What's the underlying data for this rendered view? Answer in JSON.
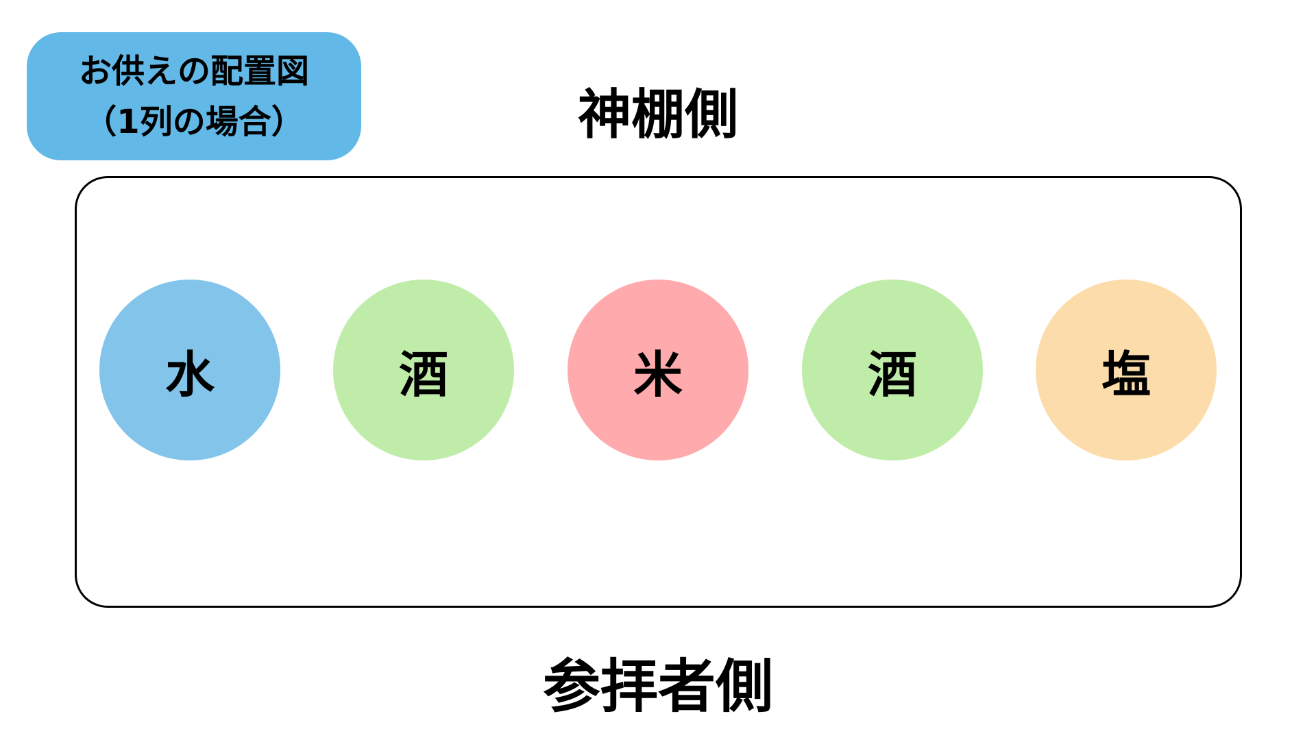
{
  "label": {
    "line1": "お供えの配置図",
    "line2": "（1列の場合）",
    "color": "#62b8e6"
  },
  "top_title": "神棚側",
  "bottom_title": "参拝者側",
  "offerings": [
    {
      "label": "水",
      "color": "#82c4ea"
    },
    {
      "label": "酒",
      "color": "#c0ecaa"
    },
    {
      "label": "米",
      "color": "#ffaaac"
    },
    {
      "label": "酒",
      "color": "#c0ecaa"
    },
    {
      "label": "塩",
      "color": "#fddcab"
    }
  ]
}
